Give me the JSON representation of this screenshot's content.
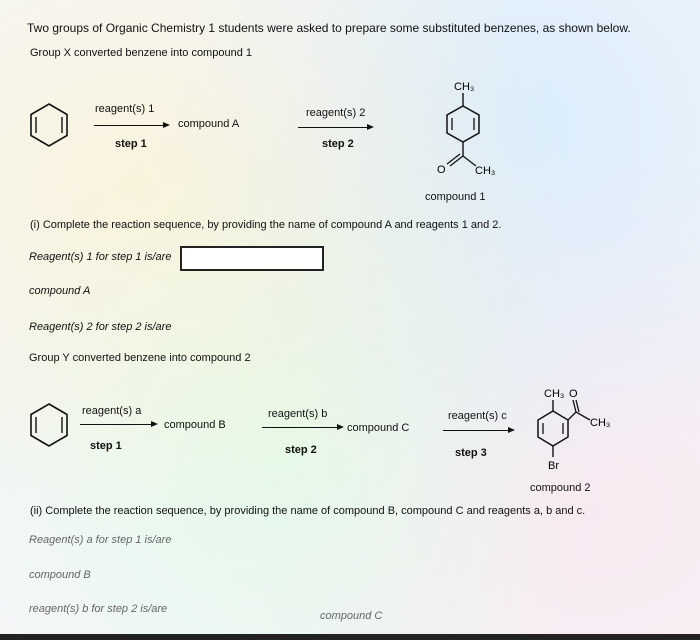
{
  "intro": "Two groups of Organic Chemistry 1 students were asked to prepare some substituted benzenes, as shown below.",
  "groupX": {
    "heading": "Group X converted benzene into compound 1",
    "reagent1": "reagent(s) 1",
    "step1": "step 1",
    "compoundA": "compound A",
    "reagent2": "reagent(s) 2",
    "step2": "step 2",
    "ch3_top": "CH₃",
    "o_label": "O",
    "ch3_bottom": "CH₃",
    "product": "compound 1"
  },
  "question1": {
    "prompt": "(i) Complete the reaction sequence, by providing the name of compound A and reagents 1 and 2.",
    "reagent1_label": "Reagent(s) 1 for step 1 is/are",
    "compoundA_label": "compound A",
    "reagent2_label": "Reagent(s) 2 for step 2 is/are"
  },
  "groupY": {
    "heading": "Group Y converted benzene into compound 2",
    "reagentA": "reagent(s) a",
    "step1": "step 1",
    "compoundB": "compound B",
    "reagentB": "reagent(s) b",
    "step2": "step 2",
    "compoundC": "compound C",
    "reagentC": "reagent(s) c",
    "step3": "step 3",
    "ch3_ring": "CH₃",
    "o_label": "O",
    "ch3_ketone": "CH₃",
    "br_label": "Br",
    "product": "compound 2"
  },
  "question2": {
    "prompt": "(ii) Complete the reaction sequence, by providing the name of compound B, compound C and reagents a, b and c.",
    "reagentA_label": "Reagent(s) a for step 1 is/are",
    "compoundB_label": "compound B",
    "reagentB_label": "reagent(s) b for step 2 is/are",
    "compoundC_label": "compound C"
  }
}
